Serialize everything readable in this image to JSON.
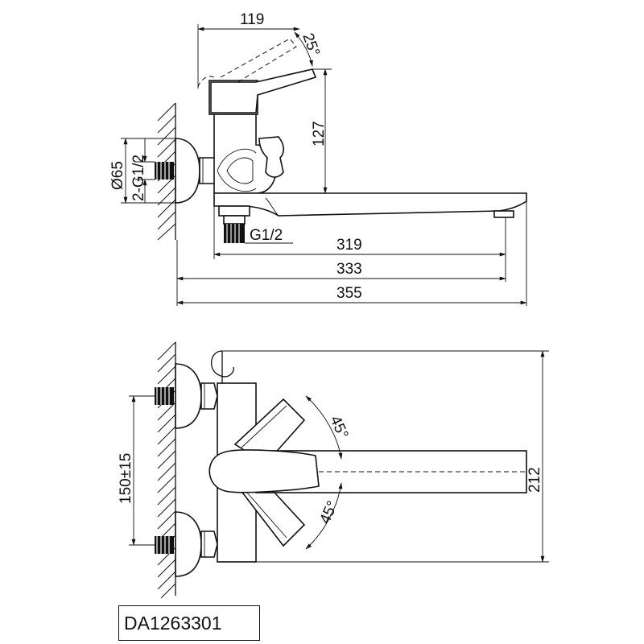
{
  "top_view": {
    "dims": {
      "handle_reach": "119",
      "lever_angle": "25°",
      "height": "127",
      "flange_diameter": "Ø65",
      "inlet_thread": "2-G1/2",
      "outlet_thread": "G1/2",
      "spout_length_a": "319",
      "spout_length_b": "333",
      "overall_length": "355"
    }
  },
  "front_view": {
    "dims": {
      "center_distance": "150±15",
      "swivel_angle_top": "45°",
      "swivel_angle_bottom": "45°",
      "total_height": "212"
    }
  },
  "product_code": "DA1263301"
}
